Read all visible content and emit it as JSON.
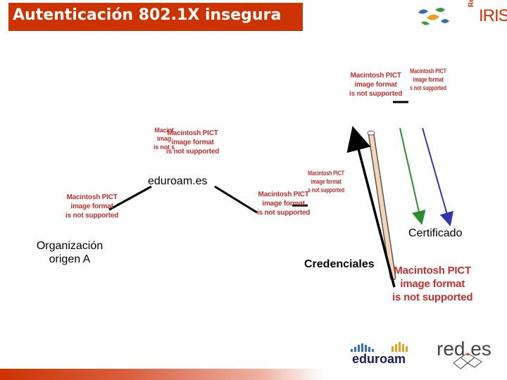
{
  "slide": {
    "title": "Autenticación 802.1X insegura",
    "logo_text": {
      "red": "Red",
      "iris": "IRIS"
    }
  },
  "diagram": {
    "federation_label": "eduroam.es",
    "origin_label_line1": "Organización",
    "origin_label_line2": "origen A",
    "certificate_label": "Certificado",
    "credentials_label": "Credenciales",
    "placeholder": {
      "line1": "Macintosh PICT",
      "line2": "image format",
      "line3": "is not supported"
    },
    "placeholder_alt": {
      "line1": "Macintosh PICT",
      "line2": "image format",
      "line3": "s not supported"
    },
    "placeholder_cut": {
      "line1": "Macint",
      "line2": "imag",
      "line3": "is not s"
    }
  },
  "footer": {
    "eduroam_logo": "eduroam",
    "redes_logo_part1": "red",
    "redes_logo_dot": ".",
    "redes_logo_part2": "es"
  },
  "colors": {
    "accent": "#cc3300",
    "certificate_arrow_green": "#2e8b2e",
    "certificate_arrow_blue": "#3333aa",
    "credentials_arrow": "#000000",
    "tunnel_fill": "#f5d5b5"
  }
}
